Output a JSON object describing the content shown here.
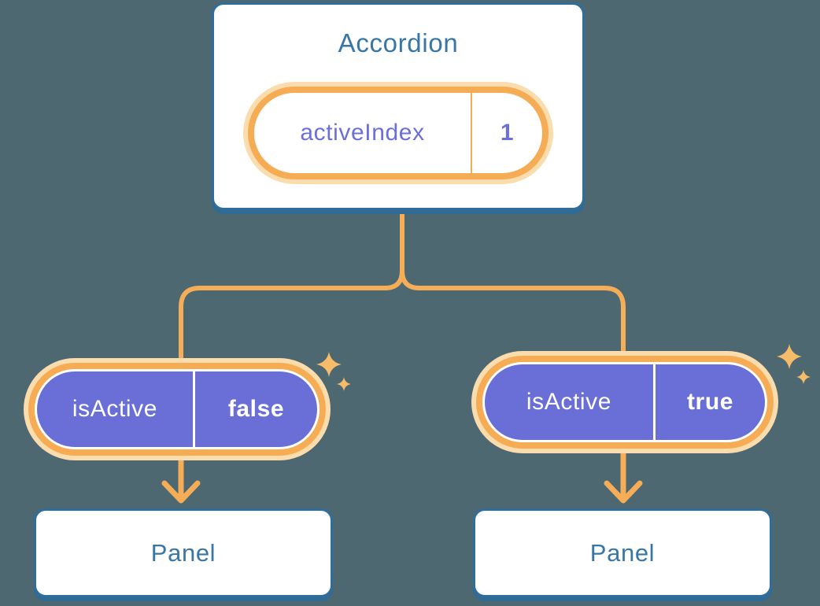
{
  "colors": {
    "background": "#4D6870",
    "card_border": "#2F6E9C",
    "card_shadow": "#316A92",
    "blue_text": "#3877A5",
    "orange": "#F5AD57",
    "orange_ring": "#F5AC55",
    "orange_pale": "#FBDCAD",
    "purple": "#6A6FD8",
    "purple_text": "#6B6FDB",
    "star": "#F6BC6A",
    "white": "#FFFFFF"
  },
  "icons": {
    "sparkle": "✦"
  },
  "diagram": {
    "root": {
      "title": "Accordion",
      "state": {
        "name": "activeIndex",
        "value": "1"
      }
    },
    "children": [
      {
        "prop": {
          "name": "isActive",
          "value": "false"
        },
        "panel": {
          "title": "Panel"
        }
      },
      {
        "prop": {
          "name": "isActive",
          "value": "true"
        },
        "panel": {
          "title": "Panel"
        }
      }
    ]
  }
}
